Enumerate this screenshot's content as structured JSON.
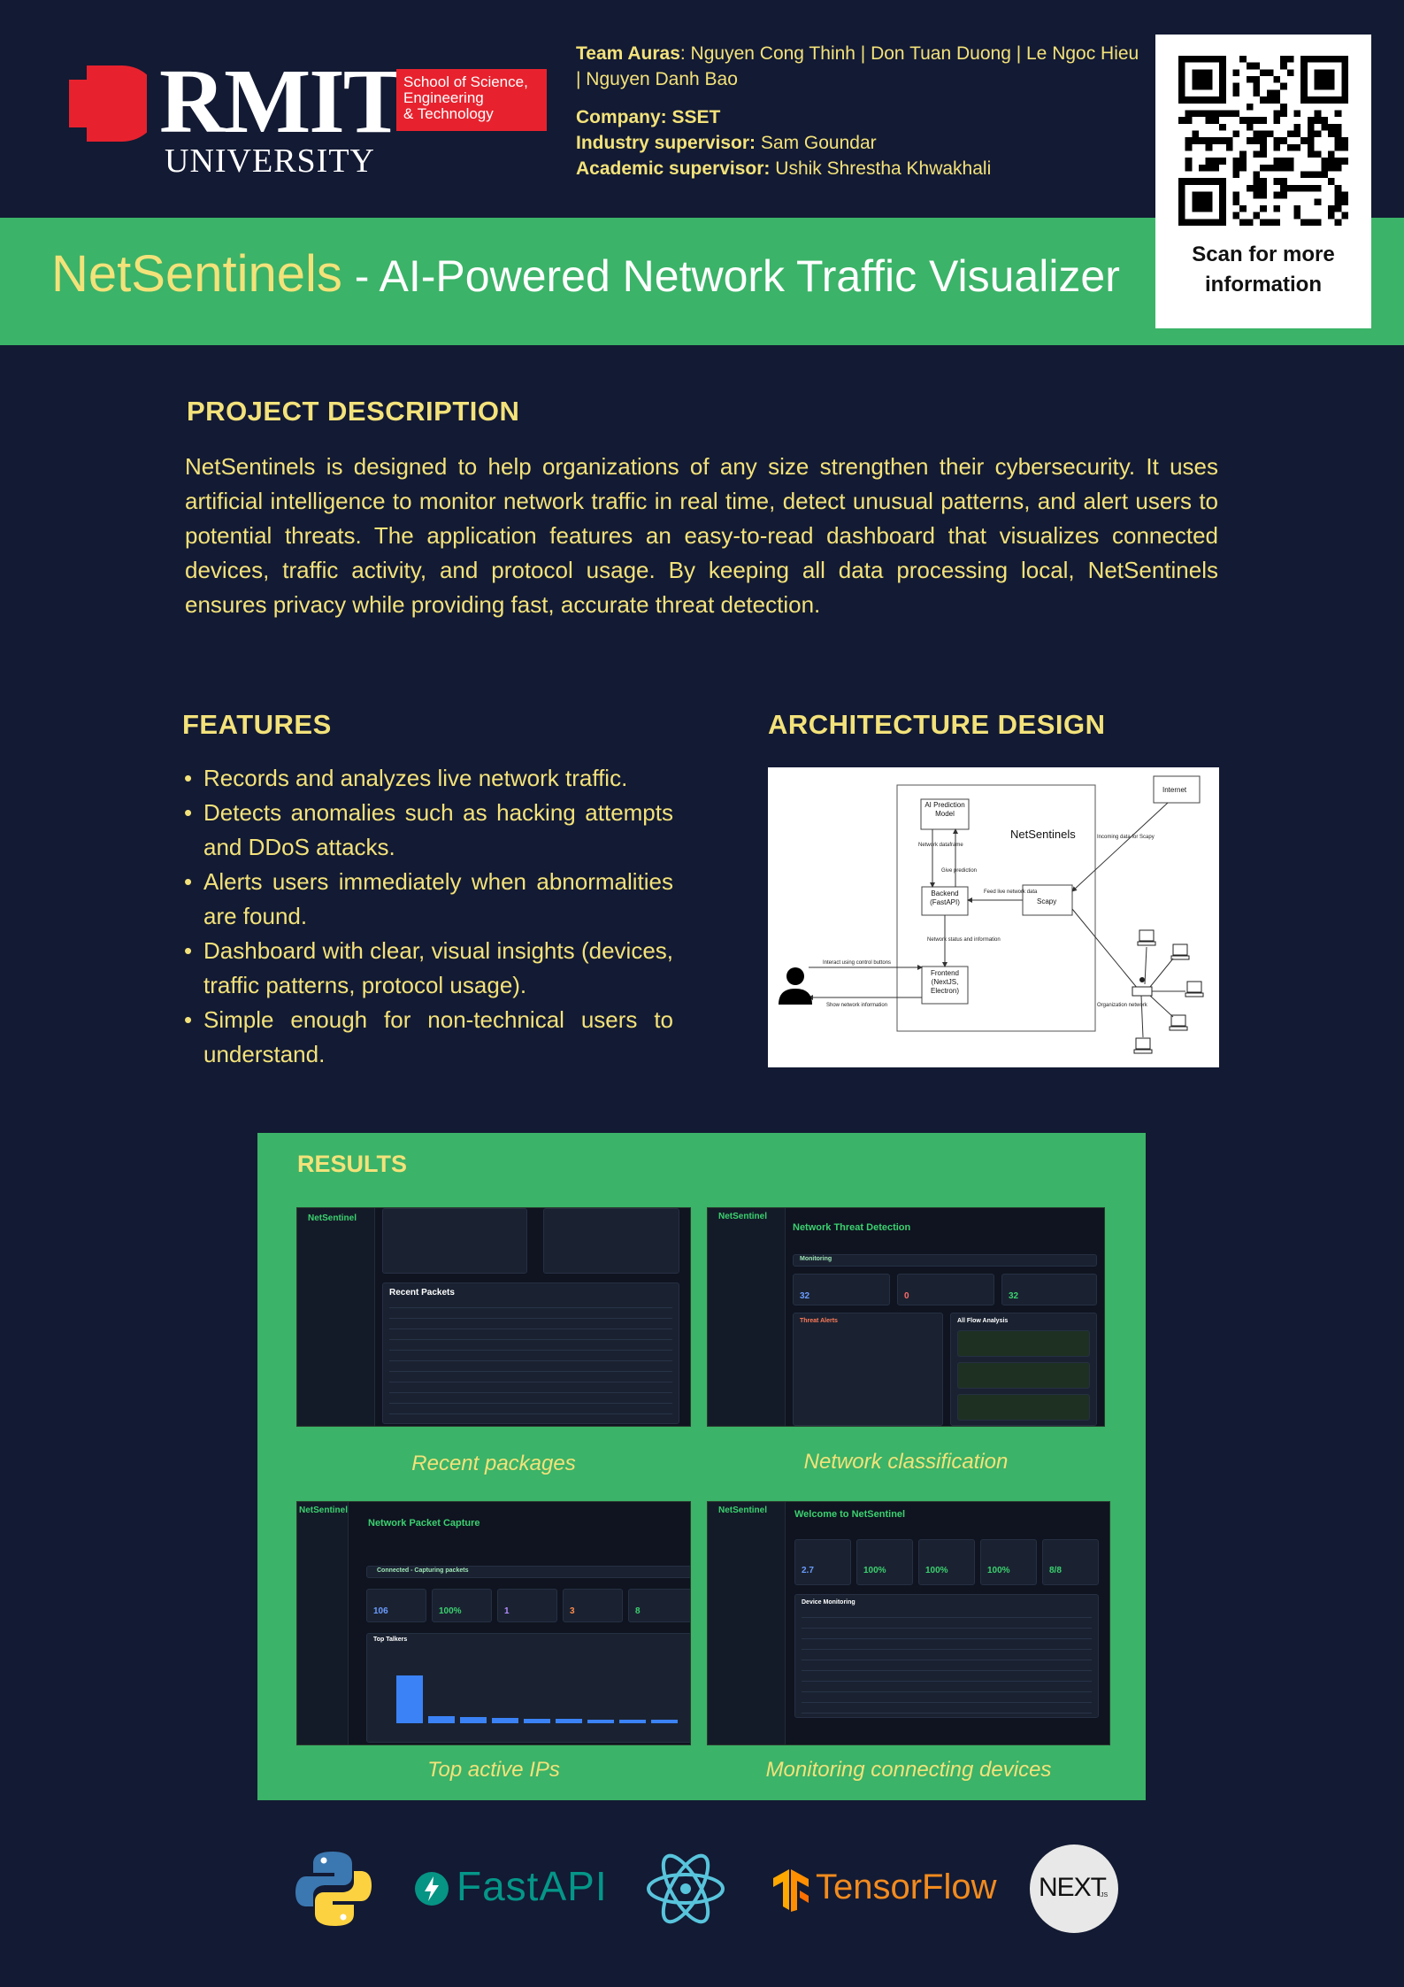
{
  "header": {
    "university_name": "RMIT",
    "university_sub": "UNIVERSITY",
    "school_line1": "School of Science,",
    "school_line2": "Engineering",
    "school_line3": "& Technology",
    "team_label": "Team Auras",
    "team_members": ": Nguyen Cong Thinh | Don Tuan Duong | Le Ngoc Hieu | Nguyen Danh Bao",
    "company_label": "Company: SSET",
    "industry_label": "Industry supervisor:",
    "industry_value": "Sam Goundar",
    "academic_label": "Academic supervisor:",
    "academic_value": "Ushik Shrestha Khwakhali",
    "qr_caption_line1": "Scan for more",
    "qr_caption_line2": "information"
  },
  "title": {
    "name": "NetSentinels",
    "rest": " - AI-Powered Network Traffic Visualizer"
  },
  "project": {
    "heading": "PROJECT DESCRIPTION",
    "text": "NetSentinels is designed to help organizations of any size strengthen their cybersecurity. It uses artificial intelligence to monitor network traffic in real time, detect unusual patterns, and alert users to potential threats. The application features an easy-to-read dashboard that visualizes connected devices, traffic activity, and protocol usage. By keeping all data processing local, NetSentinels ensures privacy while providing fast, accurate threat detection."
  },
  "features": {
    "heading": "FEATURES",
    "items": [
      "Records and analyzes live network traffic.",
      "Detects anomalies such as hacking attempts and DDoS attacks.",
      "Alerts users immediately when abnormalities are found.",
      "Dashboard with clear, visual insights (devices, traffic patterns, protocol usage).",
      "Simple enough for non-technical users to understand."
    ]
  },
  "architecture": {
    "heading": "ARCHITECTURE DESIGN",
    "system_label": "NetSentinels",
    "ai_model": "AI Prediction Model",
    "backend": "Backend (FastAPI)",
    "frontend": "Frontend (NextJS, Electron)",
    "scapy": "Scapy",
    "internet": "Internet",
    "org_network": "Organization network",
    "edge_dataframe": "Network dataframe",
    "edge_prediction": "Give prediction",
    "edge_feed": "Feed live network data",
    "edge_incoming": "Incoming data for Scapy",
    "edge_status": "Network status and information",
    "edge_interact": "Interact using control buttons",
    "edge_show": "Show network information"
  },
  "results": {
    "heading": "RESULTS",
    "captions": [
      "Recent packages",
      "Network classification",
      "Top active IPs",
      "Monitoring connecting devices"
    ],
    "shot1": {
      "app": "NetSentinel",
      "panel": "Recent Packets"
    },
    "shot2": {
      "app": "NetSentinel",
      "title": "Network Threat Detection",
      "status": "Monitoring",
      "panel_threats": "Threat Alerts",
      "panel_flows": "All Flow Analysis",
      "stat1": "32",
      "stat2": "0",
      "stat3": "32"
    },
    "shot3": {
      "app": "NetSentinel",
      "title": "Network Packet Capture",
      "status": "Connected - Capturing packets",
      "panel": "Top Talkers",
      "stat1": "106",
      "stat2": "100%",
      "stat3": "1",
      "stat4": "3",
      "stat5": "8"
    },
    "shot4": {
      "app": "NetSentinel",
      "title": "Welcome to NetSentinel",
      "panel": "Device Monitoring",
      "stat1": "2.7",
      "stat2": "100%",
      "stat3": "100%",
      "stat4": "100%",
      "stat5": "8/8"
    }
  },
  "logos": {
    "fastapi": "FastAPI",
    "tensorflow": "TensorFlow",
    "next": "NEXT",
    "next_sub": ".JS"
  },
  "colors": {
    "background": "#131a33",
    "green": "#3bb368",
    "yellow": "#f3e27a",
    "rmit_red": "#e7222e"
  }
}
